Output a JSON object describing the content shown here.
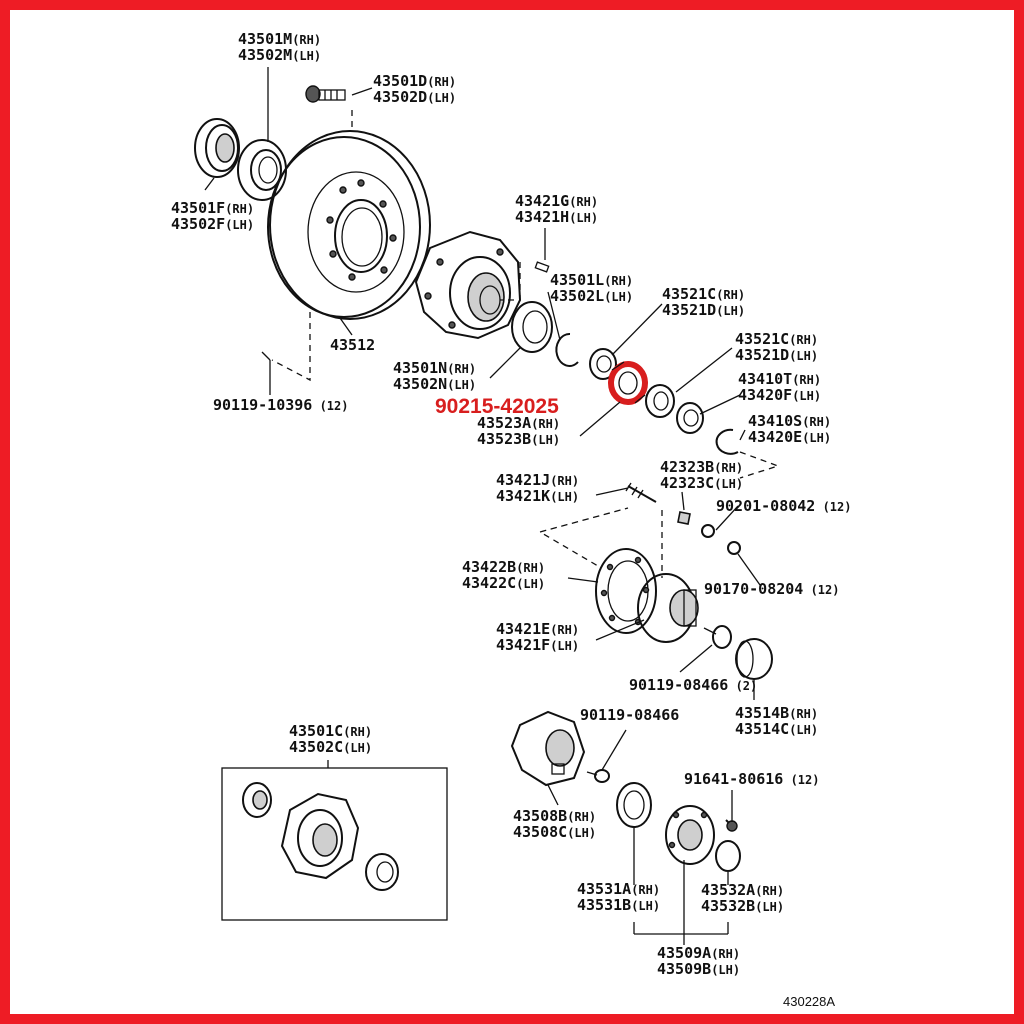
{
  "frame_color": "#ee1c25",
  "highlight_color": "#d81e1e",
  "highlight_part": "90215-42025",
  "diagram_code": "430228A",
  "parts": [
    {
      "id": "p1",
      "lines": [
        [
          "43501M",
          "(RH)"
        ],
        [
          "43502M",
          "(LH)"
        ]
      ]
    },
    {
      "id": "p2",
      "lines": [
        [
          "43501D",
          "(RH)"
        ],
        [
          "43502D",
          "(LH)"
        ]
      ]
    },
    {
      "id": "p3",
      "lines": [
        [
          "43501F",
          "(RH)"
        ],
        [
          "43502F",
          "(LH)"
        ]
      ]
    },
    {
      "id": "p4",
      "lines": [
        [
          "43421G",
          "(RH)"
        ],
        [
          "43421H",
          "(LH)"
        ]
      ]
    },
    {
      "id": "p5",
      "lines": [
        [
          "43501L",
          "(RH)"
        ],
        [
          "43502L",
          "(LH)"
        ]
      ]
    },
    {
      "id": "p6",
      "lines": [
        [
          "43521C",
          "(RH)"
        ],
        [
          "43521D",
          "(LH)"
        ]
      ]
    },
    {
      "id": "p7",
      "lines": [
        [
          "43512",
          ""
        ]
      ]
    },
    {
      "id": "p8",
      "lines": [
        [
          "43521C",
          "(RH)"
        ],
        [
          "43521D",
          "(LH)"
        ]
      ]
    },
    {
      "id": "p9",
      "lines": [
        [
          "43501N",
          "(RH)"
        ],
        [
          "43502N",
          "(LH)"
        ]
      ]
    },
    {
      "id": "p10",
      "lines": [
        [
          "43410T",
          "(RH)"
        ],
        [
          "43420F",
          "(LH)"
        ]
      ]
    },
    {
      "id": "p11",
      "lines": [
        [
          "90119-10396",
          " (12)"
        ]
      ]
    },
    {
      "id": "p12",
      "lines": [
        [
          "43410S",
          "(RH)"
        ],
        [
          "43420E",
          "(LH)"
        ]
      ]
    },
    {
      "id": "p13",
      "lines": [
        [
          "43523A",
          "(RH)"
        ],
        [
          "43523B",
          "(LH)"
        ]
      ]
    },
    {
      "id": "p14",
      "lines": [
        [
          "42323B",
          "(RH)"
        ],
        [
          "42323C",
          "(LH)"
        ]
      ]
    },
    {
      "id": "p15",
      "lines": [
        [
          "43421J",
          "(RH)"
        ],
        [
          "43421K",
          "(LH)"
        ]
      ]
    },
    {
      "id": "p16",
      "lines": [
        [
          "90201-08042",
          " (12)"
        ]
      ]
    },
    {
      "id": "p17",
      "lines": [
        [
          "43422B",
          "(RH)"
        ],
        [
          "43422C",
          "(LH)"
        ]
      ]
    },
    {
      "id": "p18",
      "lines": [
        [
          "90170-08204",
          " (12)"
        ]
      ]
    },
    {
      "id": "p19",
      "lines": [
        [
          "43421E",
          "(RH)"
        ],
        [
          "43421F",
          "(LH)"
        ]
      ]
    },
    {
      "id": "p20",
      "lines": [
        [
          "90119-08466",
          " (2)"
        ]
      ]
    },
    {
      "id": "p21",
      "lines": [
        [
          "43514B",
          "(RH)"
        ],
        [
          "43514C",
          "(LH)"
        ]
      ]
    },
    {
      "id": "p22",
      "lines": [
        [
          "90119-08466",
          ""
        ]
      ]
    },
    {
      "id": "p23",
      "lines": [
        [
          "43501C",
          "(RH)"
        ],
        [
          "43502C",
          "(LH)"
        ]
      ]
    },
    {
      "id": "p24",
      "lines": [
        [
          "91641-80616",
          " (12)"
        ]
      ]
    },
    {
      "id": "p25",
      "lines": [
        [
          "43508B",
          "(RH)"
        ],
        [
          "43508C",
          "(LH)"
        ]
      ]
    },
    {
      "id": "p26",
      "lines": [
        [
          "43531A",
          "(RH)"
        ],
        [
          "43531B",
          "(LH)"
        ]
      ]
    },
    {
      "id": "p27",
      "lines": [
        [
          "43532A",
          "(RH)"
        ],
        [
          "43532B",
          "(LH)"
        ]
      ]
    },
    {
      "id": "p28",
      "lines": [
        [
          "43509A",
          "(RH)"
        ],
        [
          "43509B",
          "(LH)"
        ]
      ]
    }
  ]
}
